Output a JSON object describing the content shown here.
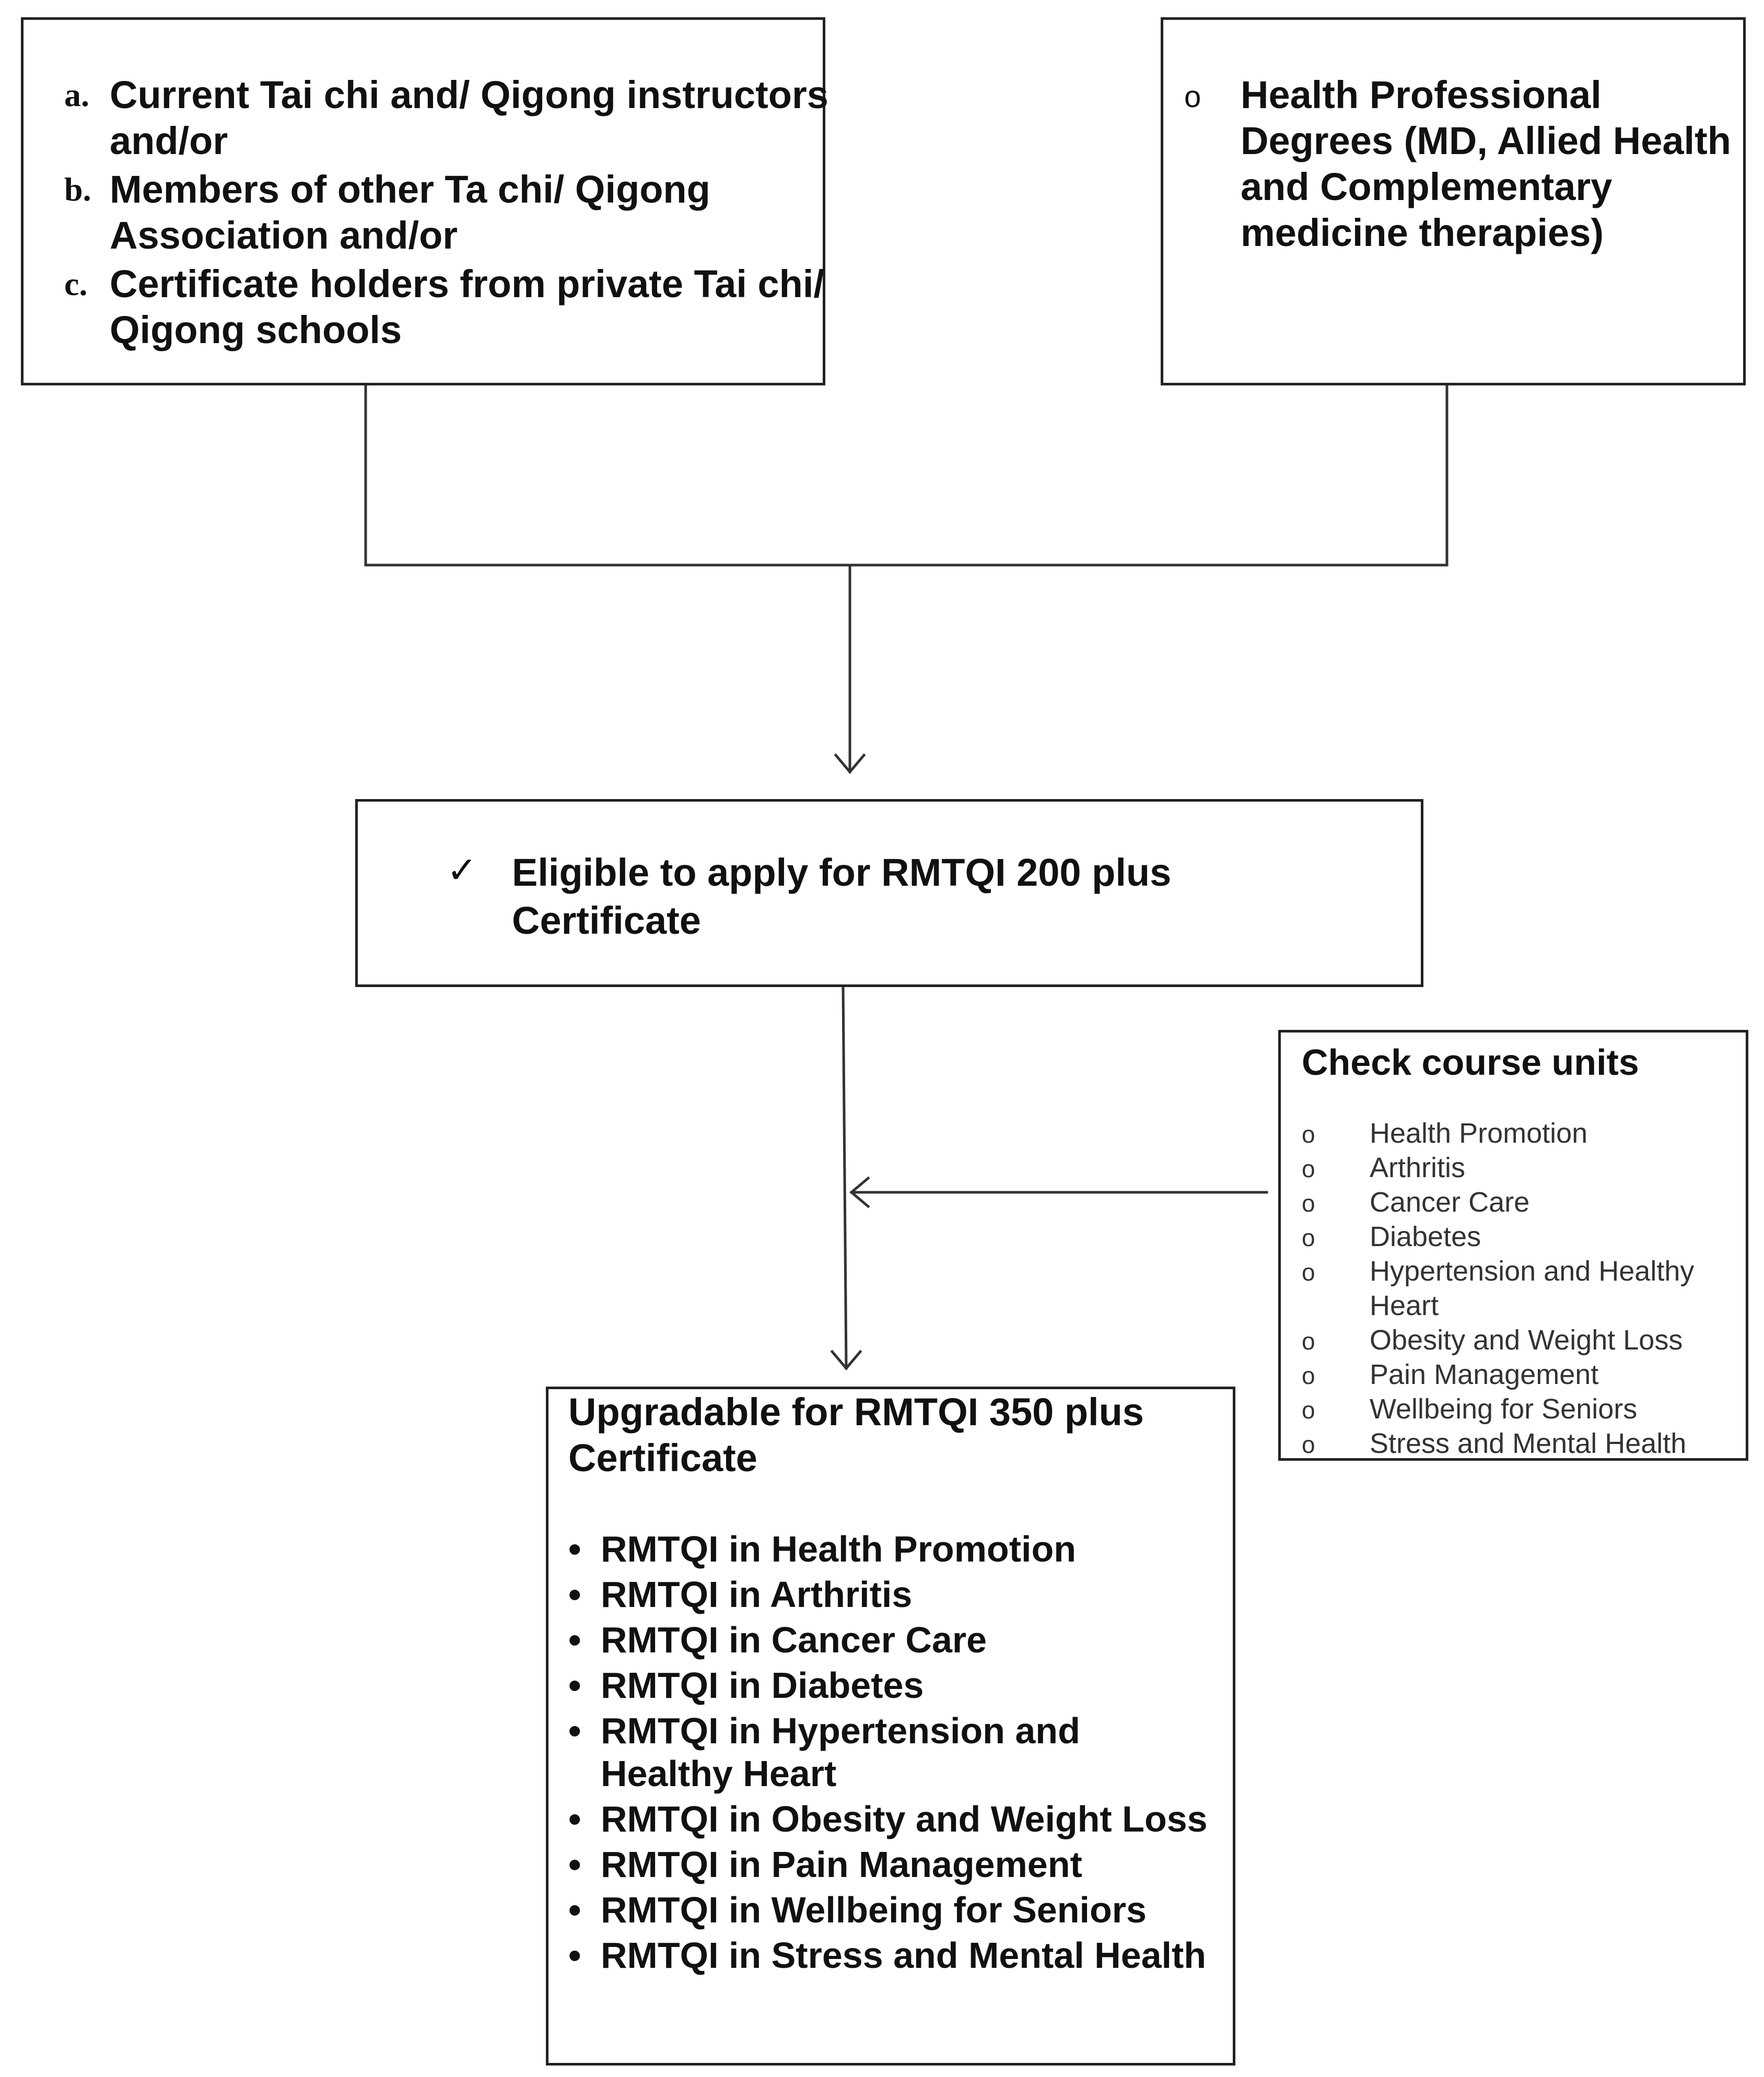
{
  "instructors_box": {
    "items": [
      {
        "marker": "a.",
        "text": "Current Tai chi and/ Qigong instructors and/or"
      },
      {
        "marker": "b.",
        "text": "Members of other Ta chi/ Qigong Association and/or"
      },
      {
        "marker": "c.",
        "text": "Certificate holders from private Tai chi/ Qigong schools"
      }
    ]
  },
  "health_box": {
    "marker": "o",
    "text": "Health Professional Degrees (MD, Allied Health and Complementary medicine therapies)"
  },
  "eligible_box": {
    "check": "✓",
    "text": "Eligible to apply for RMTQI 200 plus Certificate"
  },
  "course_units_box": {
    "title": "Check course units",
    "marker": "o",
    "items": [
      "Health Promotion",
      "Arthritis",
      "Cancer Care",
      "Diabetes",
      "Hypertension and Healthy Heart",
      "Obesity and Weight Loss",
      "Pain Management",
      "Wellbeing for Seniors",
      "Stress and Mental Health"
    ]
  },
  "upgrade_box": {
    "title": "Upgradable for RMTQI 350 plus Certificate",
    "marker": "•",
    "items": [
      "RMTQI in Health Promotion",
      "RMTQI in Arthritis",
      "RMTQI in Cancer Care",
      "RMTQI in Diabetes",
      "RMTQI in Hypertension and Healthy Heart",
      "RMTQI in Obesity and Weight Loss",
      "RMTQI in Pain Management",
      "RMTQI in Wellbeing for Seniors",
      "RMTQI in Stress and Mental Health"
    ]
  },
  "colors": {
    "line": "#333333",
    "border": "#222222",
    "text": "#111111"
  }
}
